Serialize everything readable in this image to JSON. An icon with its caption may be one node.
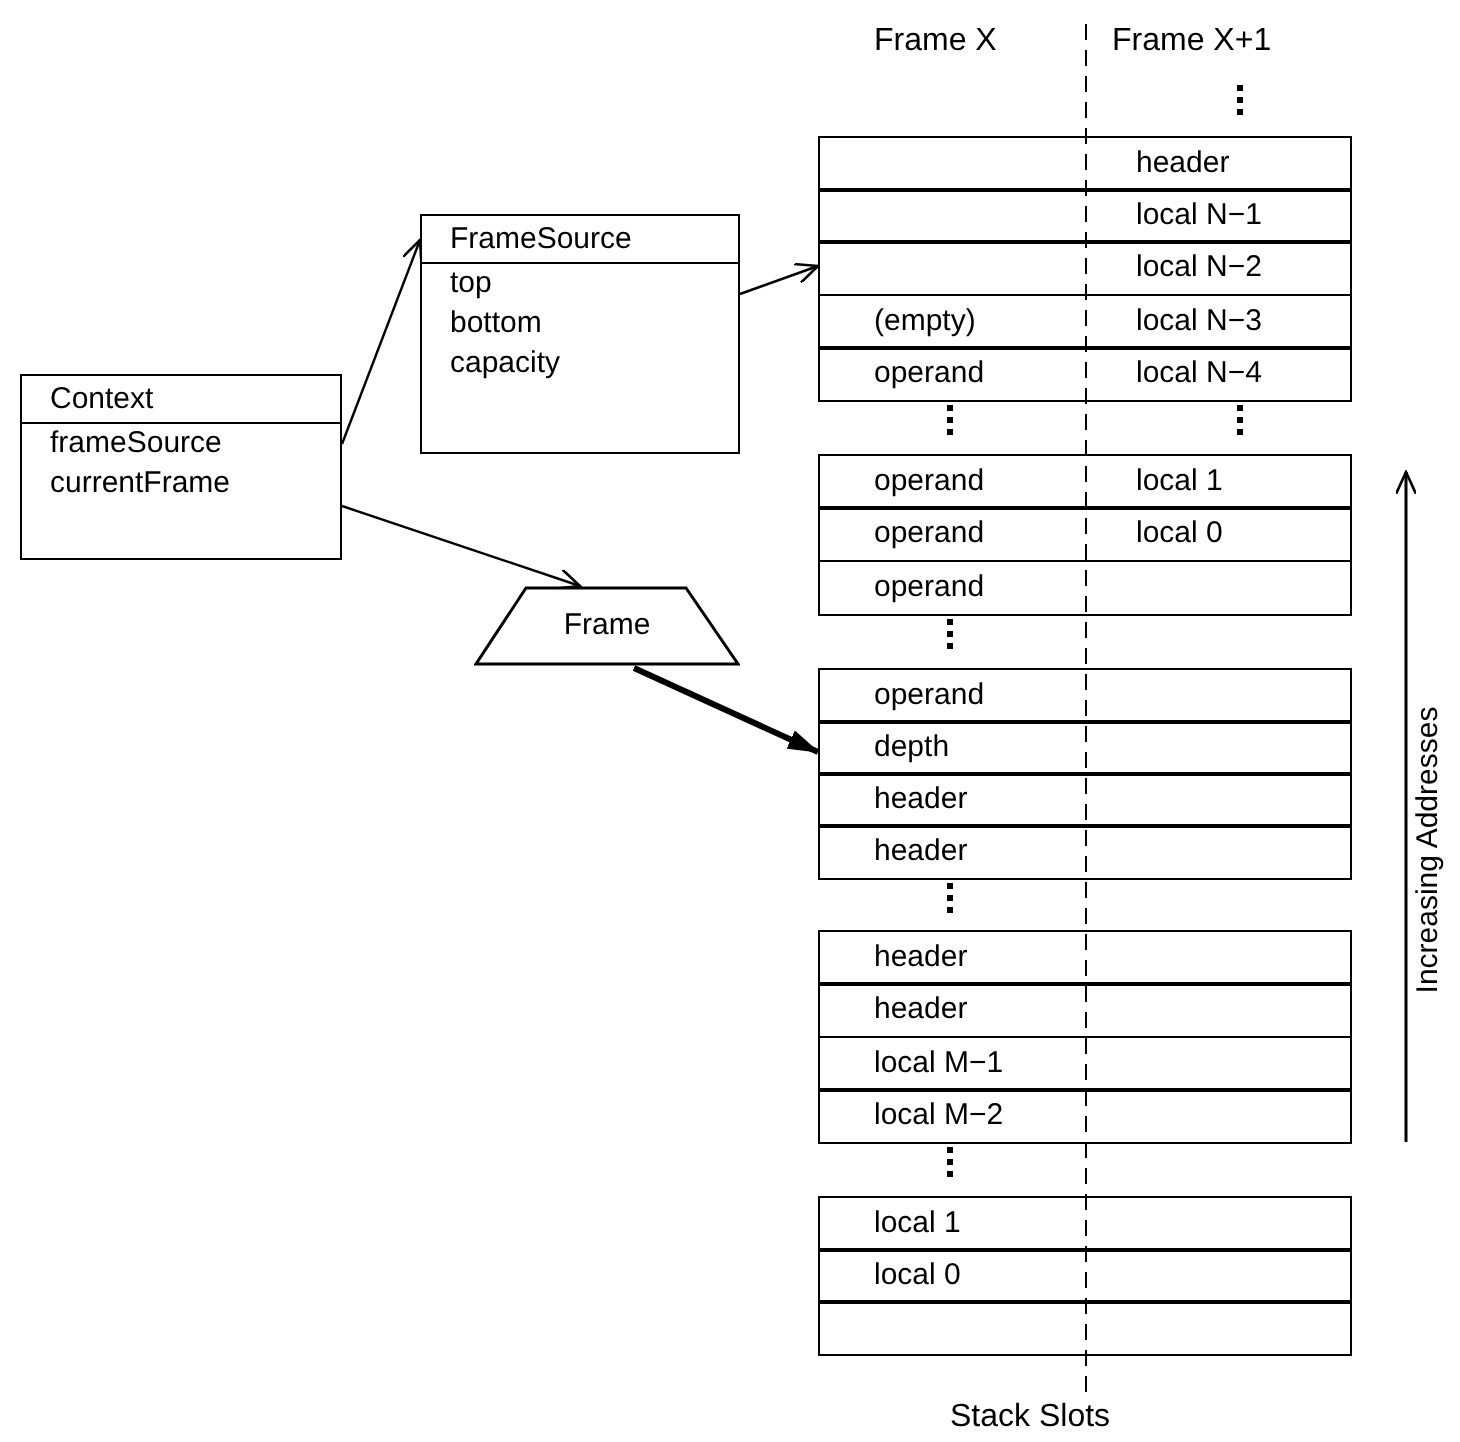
{
  "diagram": {
    "nodes": [
      {
        "text": [
          "Context",
          "frameSource",
          "currentFrame"
        ]
      },
      {
        "text": [
          "FrameSource",
          "top",
          "bottom",
          "capacity"
        ]
      },
      {
        "text": [
          "Frame"
        ]
      },
      {
        "text": [
          "header"
        ]
      },
      {
        "text": [
          "local N−1"
        ]
      },
      {
        "text": [
          "local N−2"
        ]
      },
      {
        "text": [
          "(empty)",
          "local N−3"
        ]
      },
      {
        "text": [
          "operand",
          "local N−4"
        ]
      },
      {
        "text": [
          "operand",
          "local 1"
        ]
      },
      {
        "text": [
          "operand",
          "local 0"
        ]
      },
      {
        "text": [
          "operand"
        ]
      },
      {
        "text": [
          "operand"
        ]
      },
      {
        "text": [
          "depth"
        ]
      },
      {
        "text": [
          "header"
        ]
      },
      {
        "text": [
          "header"
        ]
      },
      {
        "text": [
          "header"
        ]
      },
      {
        "text": [
          "header"
        ]
      },
      {
        "text": [
          "local M−1"
        ]
      },
      {
        "text": [
          "local M−2"
        ]
      },
      {
        "text": [
          "local 1"
        ]
      },
      {
        "text": [
          "local 0"
        ]
      },
      {
        "text": [],
        "shape": "box"
      }
    ],
    "edges": [
      {
        "from": 0,
        "to": 1,
        "arrow": "to"
      },
      {
        "from": 0,
        "to": 2,
        "arrow": "to"
      },
      {
        "from": 1,
        "to": 5,
        "arrow": "to"
      },
      {
        "from": 2,
        "to": 12,
        "arrow": "to",
        "style": "thick"
      }
    ],
    "labels": [
      "Frame X",
      "Frame X+1",
      "Increasing Addresses",
      "Stack Slots"
    ]
  }
}
